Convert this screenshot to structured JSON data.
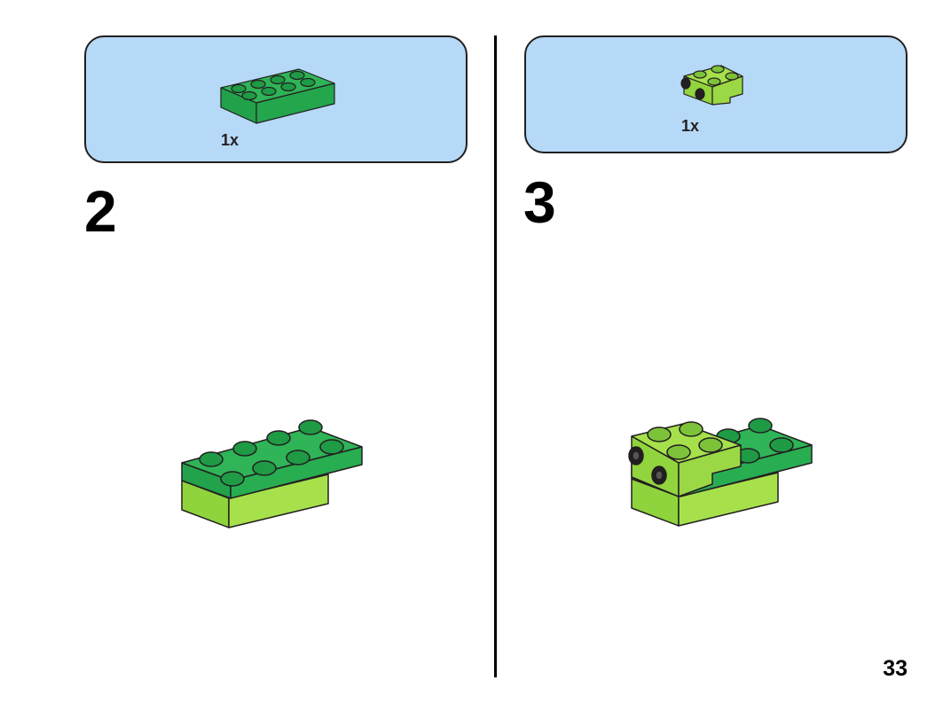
{
  "page_number": "33",
  "steps": [
    {
      "number": "2",
      "parts": [
        {
          "quantity": "1x",
          "part": "green-2x4-plate-icon"
        }
      ]
    },
    {
      "number": "3",
      "parts": [
        {
          "quantity": "1x",
          "part": "lime-2x2-bracket-plate-icon"
        }
      ]
    }
  ],
  "colors": {
    "parts_box": "#b5d9f6",
    "green": "#2fb457",
    "lime": "#a6e14c",
    "outline": "#231f20"
  }
}
